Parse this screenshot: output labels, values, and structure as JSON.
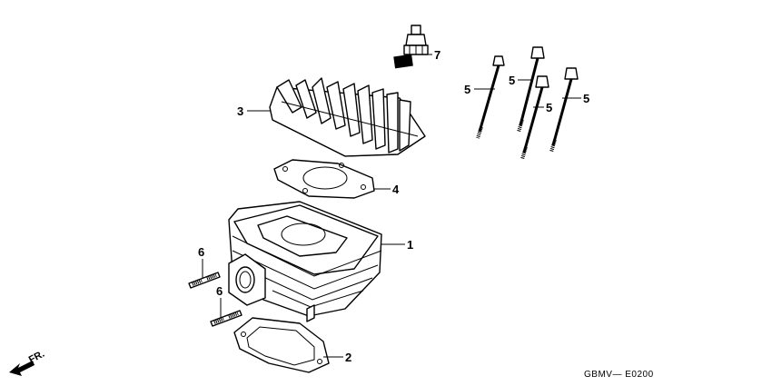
{
  "diagram": {
    "callouts": [
      "1",
      "2",
      "3",
      "4",
      "5",
      "5",
      "5",
      "5",
      "6",
      "6",
      "7"
    ],
    "front_indicator": "FR.",
    "code": "GBMV— E0200"
  }
}
